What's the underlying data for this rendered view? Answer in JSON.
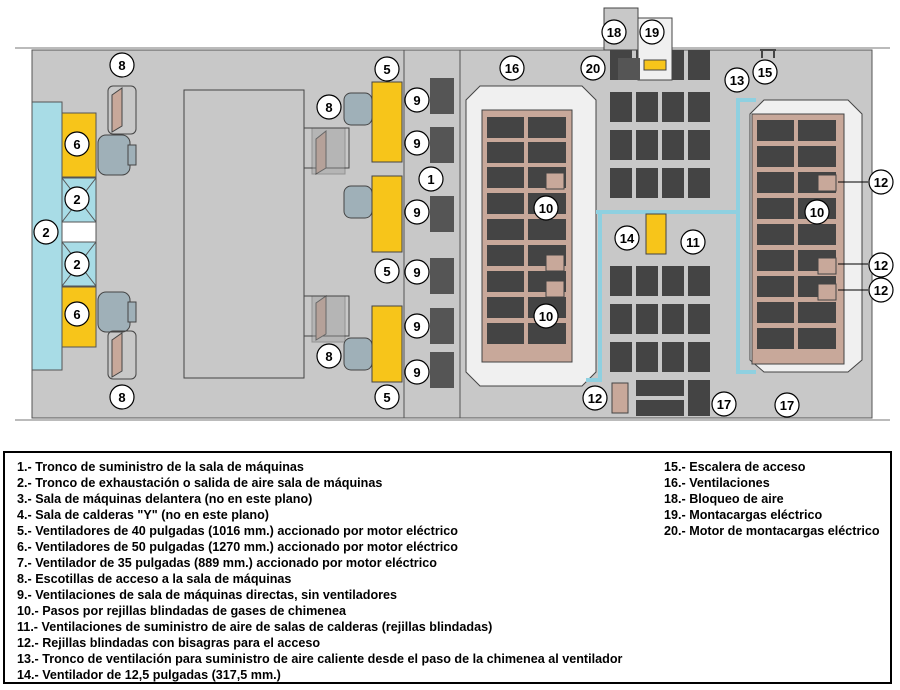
{
  "diagram": {
    "callouts": {
      "c1": "1",
      "c2": "2",
      "c5": "5",
      "c6": "6",
      "c8": "8",
      "c9": "9",
      "c10": "10",
      "c11": "11",
      "c12": "12",
      "c13": "13",
      "c14": "14",
      "c15": "15",
      "c16": "16",
      "c17": "17",
      "c18": "18",
      "c19": "19",
      "c20": "20"
    },
    "colors": {
      "room": "#c8c8c8",
      "panel": "#f0f0f0",
      "fan_yellow": "#f7c51a",
      "fan_pink": "#c8a89a",
      "shaft": "#a8dce6",
      "grating": "#444444",
      "duct": "#8fd0e0"
    }
  },
  "legend": {
    "left": [
      "1.- Tronco de suministro de la sala de máquinas",
      "2.- Tronco de exhaustación o salida de aire sala de máquinas",
      "3.- Sala de máquinas delantera (no en este plano)",
      "4.- Sala de calderas \"Y\" (no en este plano)",
      "5.- Ventiladores de 40 pulgadas (1016 mm.) accionado por motor eléctrico",
      "6.- Ventiladores de 50 pulgadas (1270 mm.) accionado por motor eléctrico",
      "7.- Ventilador de 35 pulgadas (889 mm.) accionado por motor eléctrico",
      "8.- Escotillas de acceso a la sala de máquinas",
      "9.- Ventilaciones de sala de máquinas directas, sin ventiladores",
      "10.- Pasos por rejillas blindadas de gases de chimenea",
      "11.- Ventilaciones de suministro de aire de salas de calderas (rejillas blindadas)",
      "12.- Rejillas blindadas con bisagras para el acceso",
      "13.- Tronco de ventilación para suministro de aire caliente desde el paso de la chimenea al ventilador",
      "14.- Ventilador de 12,5 pulgadas (317,5 mm.)"
    ],
    "right": [
      "15.- Escalera de acceso",
      "16.- Ventilaciones",
      "18.- Bloqueo de aire",
      "19.- Montacargas eléctrico",
      "20.- Motor de montacargas eléctrico"
    ]
  }
}
